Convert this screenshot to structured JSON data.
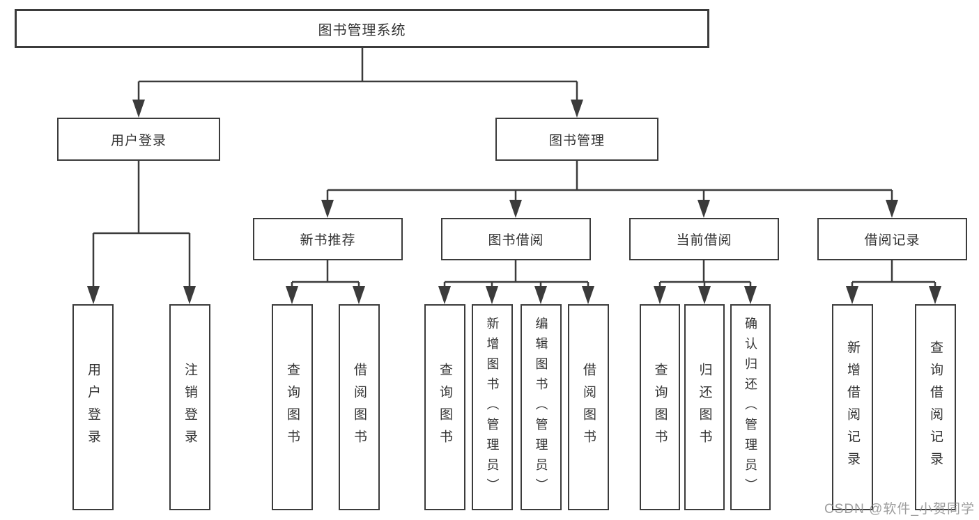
{
  "diagram": {
    "root": {
      "label": "图书管理系统"
    },
    "level2": [
      {
        "label": "用户登录"
      },
      {
        "label": "图书管理"
      }
    ],
    "level3": [
      {
        "label": "新书推荐"
      },
      {
        "label": "图书借阅"
      },
      {
        "label": "当前借阅"
      },
      {
        "label": "借阅记录"
      }
    ],
    "leaves": [
      {
        "label": "用户登录"
      },
      {
        "label": "注销登录"
      },
      {
        "label": "查询图书"
      },
      {
        "label": "借阅图书"
      },
      {
        "label": "查询图书"
      },
      {
        "label": "新增图书（管理员）"
      },
      {
        "label": "编辑图书（管理员）"
      },
      {
        "label": "借阅图书"
      },
      {
        "label": "查询图书"
      },
      {
        "label": "归还图书"
      },
      {
        "label": "确认归还（管理员）"
      },
      {
        "label": "新增借阅记录"
      },
      {
        "label": "查询借阅记录"
      }
    ],
    "watermark": "CSDN @软件_小贺同学",
    "colors": {
      "line": "#3b3b3b",
      "text": "#333333",
      "watermark": "#8c8c8c",
      "background": "#ffffff"
    }
  }
}
